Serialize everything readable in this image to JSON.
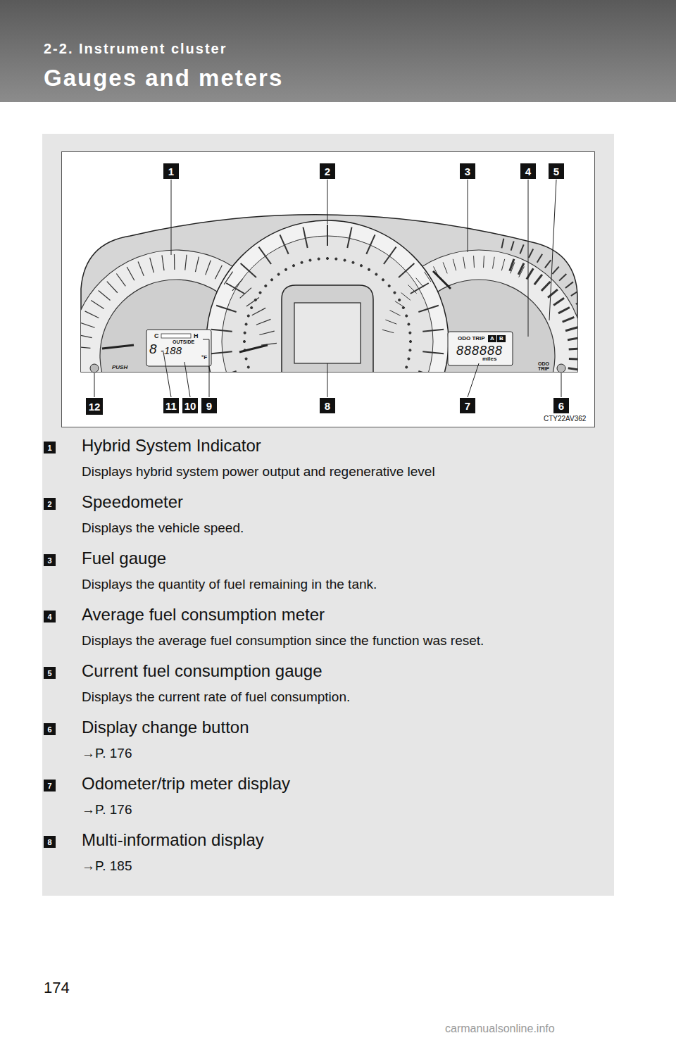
{
  "diagram": {
    "title": "Gauges and meters",
    "nodes": [
      {
        "text": [
          "1"
        ]
      },
      {
        "text": [
          "2"
        ]
      },
      {
        "text": [
          "3"
        ]
      },
      {
        "text": [
          "4"
        ]
      },
      {
        "text": [
          "5"
        ]
      },
      {
        "text": [
          "12"
        ]
      },
      {
        "text": [
          "11"
        ]
      },
      {
        "text": [
          "10"
        ]
      },
      {
        "text": [
          "9"
        ]
      },
      {
        "text": [
          "8"
        ]
      },
      {
        "text": [
          "7"
        ]
      },
      {
        "text": [
          "6"
        ]
      },
      {
        "text": [
          "1"
        ]
      },
      {
        "text": [
          "2"
        ]
      },
      {
        "text": [
          "3"
        ]
      },
      {
        "text": [
          "4"
        ]
      },
      {
        "text": [
          "5"
        ]
      },
      {
        "text": [
          "6"
        ]
      },
      {
        "text": [
          "7"
        ]
      },
      {
        "text": [
          "8"
        ]
      }
    ],
    "labels": [
      "2-2. Instrument cluster",
      "PUSH",
      "C",
      "H",
      "8",
      "-188",
      "OUTSIDE",
      "°F",
      "ODO TRIP",
      "A",
      "B",
      "888888",
      "miles",
      "ODO TRIP",
      "CTY22AV362",
      "Hybrid System Indicator",
      "Displays hybrid system power output and regenerative level",
      "Speedometer",
      "Displays the vehicle speed.",
      "Fuel gauge",
      "Displays the quantity of fuel remaining in the tank.",
      "Average fuel consumption meter",
      "Displays the average fuel consumption since the function was reset.",
      "Current fuel consumption gauge",
      "Displays the current rate of fuel consumption.",
      "Display change button",
      "→P. 176",
      "Odometer/trip meter display",
      "→P. 176",
      "Multi-information display",
      "→P. 185",
      "174",
      "carmanualsonline.info"
    ]
  }
}
